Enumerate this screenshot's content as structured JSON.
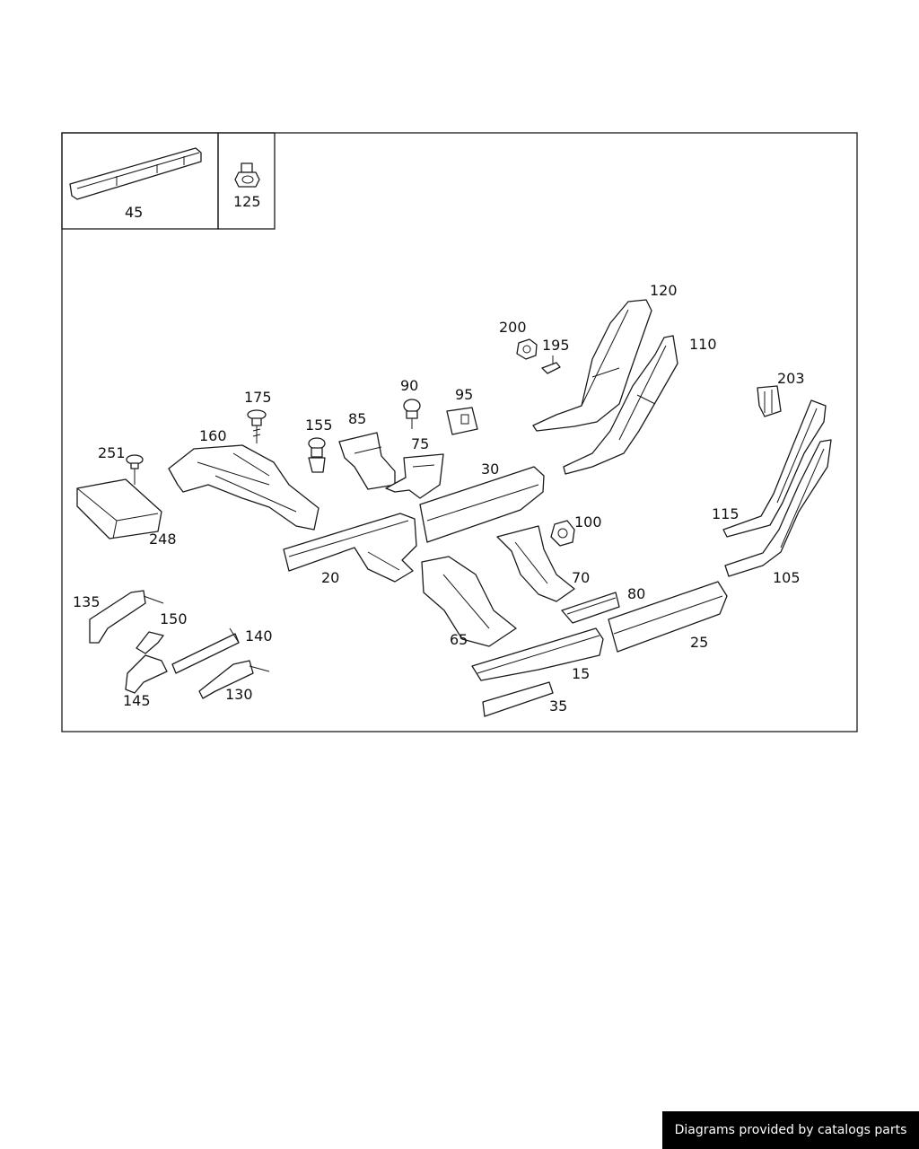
{
  "labels": {
    "p45": "45",
    "p125": "125",
    "p120": "120",
    "p200": "200",
    "p195": "195",
    "p110": "110",
    "p175": "175",
    "p90": "90",
    "p95": "95",
    "p203": "203",
    "p155": "155",
    "p85": "85",
    "p75": "75",
    "p160": "160",
    "p251": "251",
    "p30": "30",
    "p248": "248",
    "p100": "100",
    "p115": "115",
    "p20": "20",
    "p70": "70",
    "p105": "105",
    "p135": "135",
    "p80": "80",
    "p150": "150",
    "p140": "140",
    "p65": "65",
    "p25": "25",
    "p15": "15",
    "p145": "145",
    "p130": "130",
    "p35": "35"
  },
  "credit": "Diagrams provided by catalogs parts"
}
